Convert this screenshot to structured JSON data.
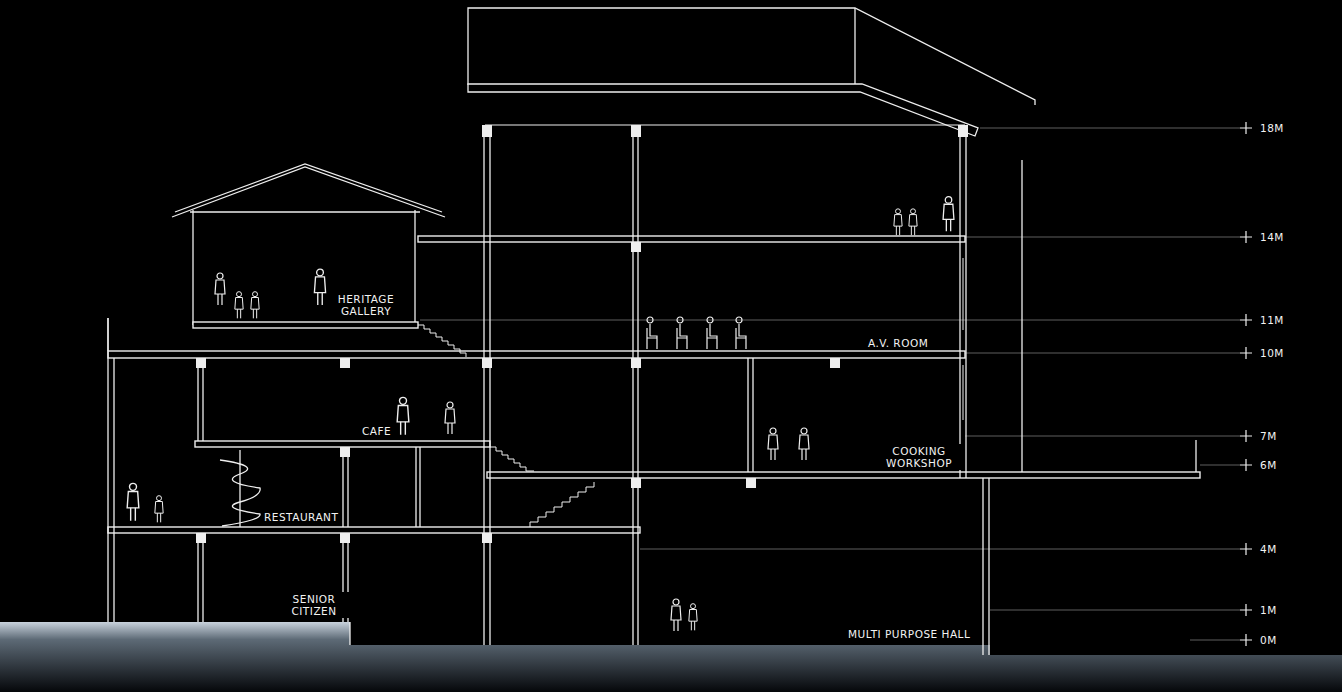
{
  "diagram": {
    "labels": [
      "HERITAGE GALLERY",
      "A.V. ROOM",
      "CAFE",
      "COOKING WORKSHOP",
      "RESTAURANT",
      "SENIOR CITIZEN",
      "MULTI PURPOSE HALL",
      "18M",
      "14M",
      "11M",
      "10M",
      "7M",
      "6M",
      "4M",
      "1M",
      "0M"
    ]
  }
}
